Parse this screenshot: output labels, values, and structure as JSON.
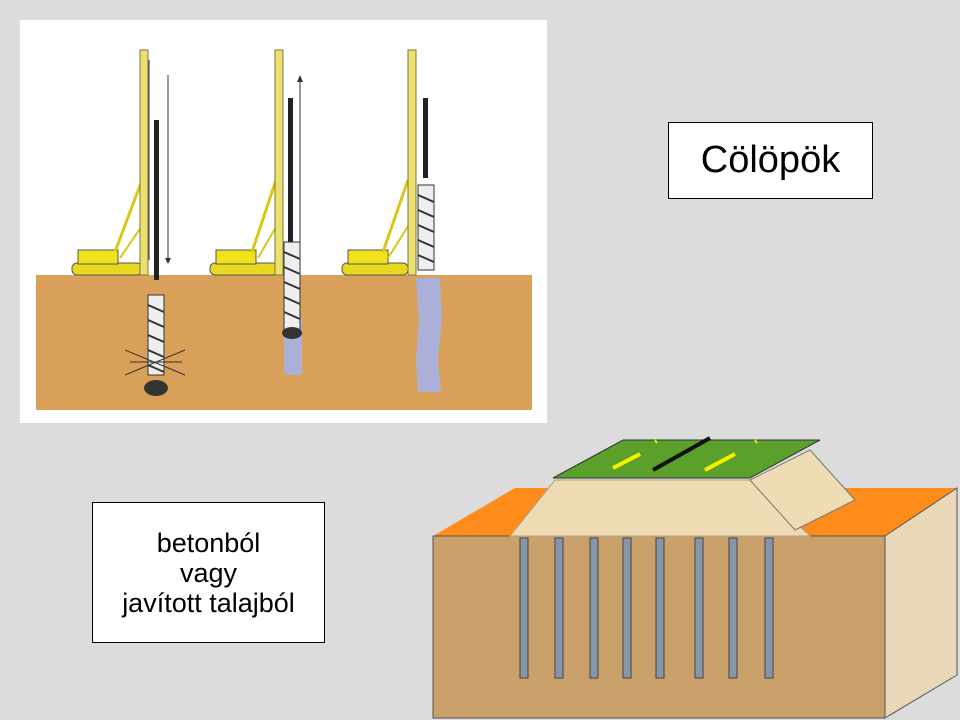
{
  "slide": {
    "title": "Cölöpök",
    "caption_lines": [
      "betonból",
      "vagy",
      "javított talajból"
    ]
  },
  "colors": {
    "background": "#dcdcdc",
    "soil": "#d9a05a",
    "rig_yellow": "#f2e21a",
    "concrete_column": "#aab0d8",
    "ground_surface": "#ff8c1a",
    "block_soil": "#c9a06a",
    "embankment": "#f0dcb4",
    "grass": "#5aa02a"
  },
  "icons": [
    "drilling-rig-icon",
    "auger-icon",
    "pile-column-icon"
  ]
}
